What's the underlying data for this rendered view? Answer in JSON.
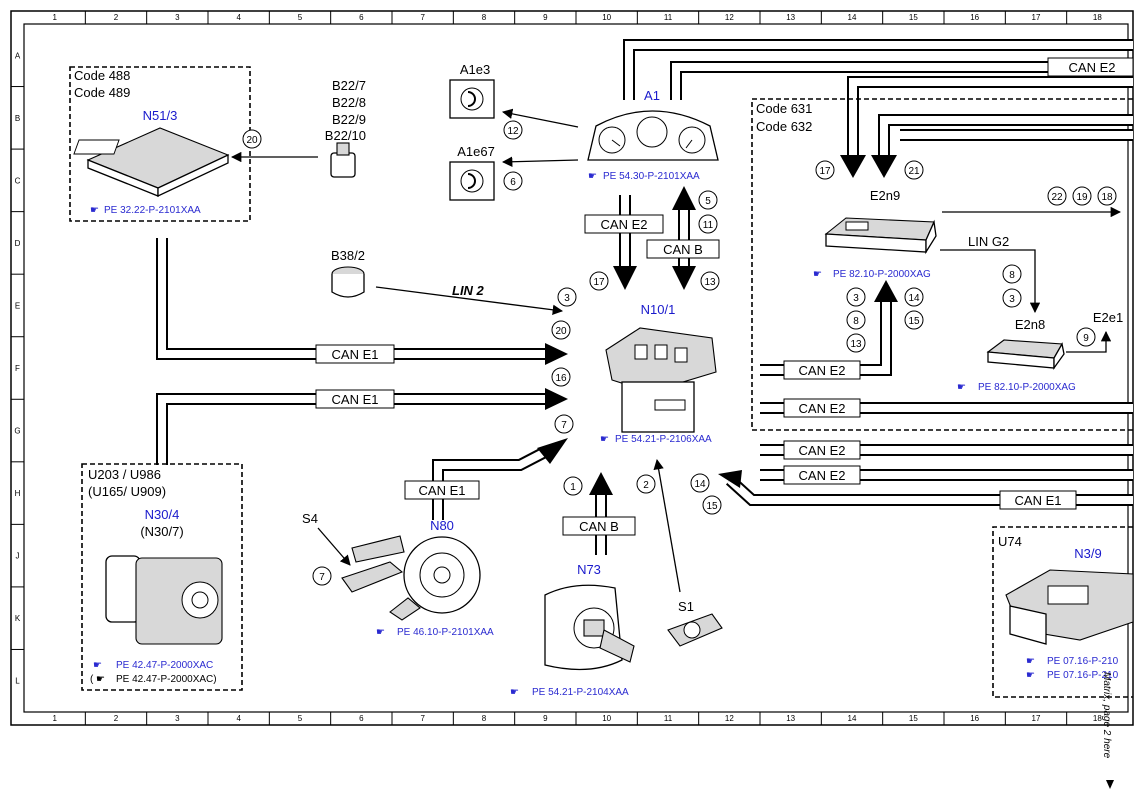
{
  "grid": {
    "columns": [
      "1",
      "2",
      "3",
      "4",
      "5",
      "6",
      "7",
      "8",
      "9",
      "10",
      "11",
      "12",
      "13",
      "14",
      "15",
      "16",
      "17",
      "18"
    ],
    "rows": [
      "A",
      "B",
      "C",
      "D",
      "E",
      "F",
      "G",
      "H",
      "J",
      "K",
      "L"
    ]
  },
  "groups": {
    "code_488_489": {
      "line1": "Code 488",
      "line2": "Code 489"
    },
    "code_631_632": {
      "line1": "Code 631",
      "line2": "Code 632"
    },
    "u203": {
      "line1": "U203 / U986",
      "line2": "(U165/ U909)"
    },
    "u74": {
      "label": "U74"
    }
  },
  "components": {
    "n51_3": {
      "name": "N51/3",
      "ref": "PE 32.22-P-2101XAA"
    },
    "b22": {
      "lines": [
        "B22/7",
        "B22/8",
        "B22/9",
        "B22/10"
      ]
    },
    "a1e3": {
      "name": "A1e3"
    },
    "a1e67": {
      "name": "A1e67"
    },
    "a1": {
      "name": "A1",
      "ref": "PE 54.30-P-2101XAA"
    },
    "b38_2": {
      "name": "B38/2"
    },
    "n10_1": {
      "name": "N10/1",
      "ref": "PE 54.21-P-2106XAA"
    },
    "e2n9": {
      "name": "E2n9",
      "ref": "PE 82.10-P-2000XAG"
    },
    "e2n8": {
      "name": "E2n8",
      "ref": "PE 82.10-P-2000XAG"
    },
    "e2e1": {
      "name": "E2e1"
    },
    "n30_4": {
      "name": "N30/4",
      "alt": "(N30/7)",
      "ref": "PE 42.47-P-2000XAC",
      "ref_alt": "PE 42.47-P-2000XAC)",
      "ref_alt_prefix": "("
    },
    "s4": {
      "name": "S4"
    },
    "n80": {
      "name": "N80",
      "ref": "PE 46.10-P-2101XAA"
    },
    "n73": {
      "name": "N73",
      "ref": "PE 54.21-P-2104XAA"
    },
    "s1": {
      "name": "S1"
    },
    "n3_9": {
      "name": "N3/9",
      "ref1": "PE 07.16-P-210",
      "ref2": "PE 07.16-P-210"
    }
  },
  "buses": {
    "can_e1": "CAN E1",
    "can_e2": "CAN E2",
    "can_b": "CAN B",
    "lin_2": "LIN 2",
    "lin_g2": "LIN G2"
  },
  "circles": {
    "c20_n51": "20",
    "c12": "12",
    "c6": "6",
    "c5": "5",
    "c11": "11",
    "c17_n10": "17",
    "c13_n10": "13",
    "c3_n10": "3",
    "c20_n10": "20",
    "c16": "16",
    "c7_n10": "7",
    "c1": "1",
    "c2": "2",
    "c14_n10": "14",
    "c15_n10": "15",
    "c7_s4": "7",
    "c17_e2n9": "17",
    "c21": "21",
    "c22": "22",
    "c19": "19",
    "c18": "18",
    "c3_e2": "3",
    "c8_e2": "8",
    "c13_e2": "13",
    "c14_e2": "14",
    "c15_e2": "15",
    "c8_lin": "8",
    "c3_lin": "3",
    "c9": "9"
  },
  "side_note": "Matrix, page 2 here"
}
